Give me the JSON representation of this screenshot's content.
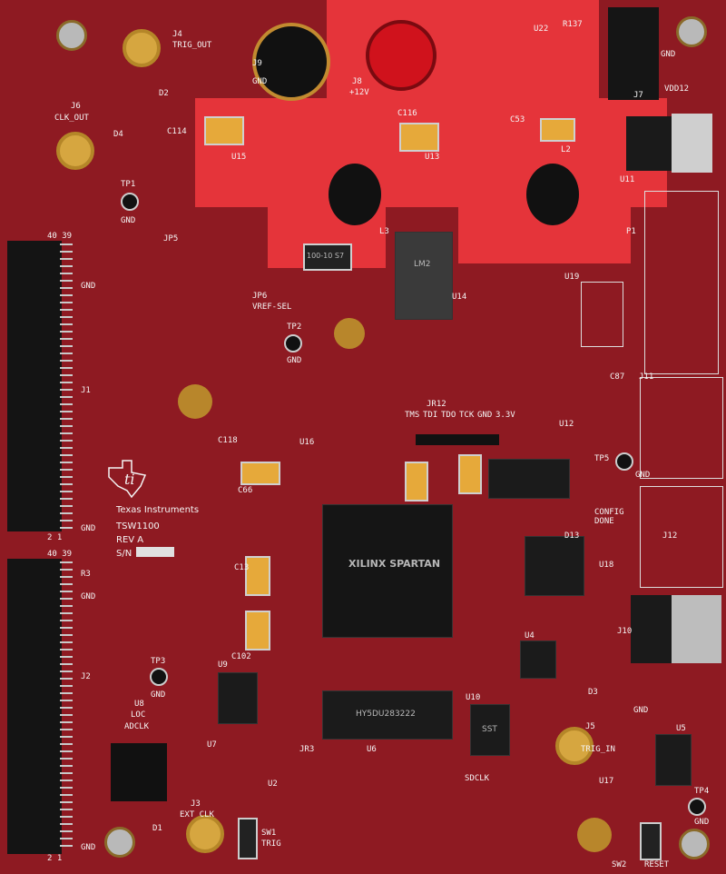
{
  "board": {
    "manufacturer": "Texas Instruments",
    "model": "TSW1100",
    "revision": "REV A",
    "serial_label": "S/N",
    "fpga_marking": "XILINX SPARTAN",
    "colors": {
      "board": "#8e1a22",
      "copper_pour": "#e5343a",
      "silkscreen": "#f4f4f4"
    }
  },
  "labels": [
    "J4",
    "TRIG_OUT",
    "J9",
    "GND",
    "J8",
    "+12V",
    "J7",
    "VDD12",
    "GND",
    "J6",
    "CLK_OUT",
    "D2",
    "D4",
    "TP1",
    "GND",
    "U15",
    "U13",
    "L3",
    "L2",
    "C114",
    "C116",
    "C53",
    "U22",
    "R137",
    "U11",
    "P1",
    "U19",
    "JP5",
    "JP6",
    "VREF-SEL",
    "TP2",
    "GND",
    "U14",
    "J11",
    "U12",
    "TP5",
    "GND",
    "40 39",
    "GND",
    "J1",
    "2 1",
    "GND",
    "40 39",
    "R3",
    "GND",
    "J2",
    "2 1",
    "GND",
    "Texas Instruments",
    "TSW1100",
    "REV A",
    "S/N",
    "U16",
    "JR12",
    "CONFIG",
    "DONE",
    "J12",
    "U18",
    "D13",
    "J10",
    "U4",
    "TP3",
    "GND",
    "U9",
    "U8",
    "LOC",
    "ADCLK",
    "U7",
    "U2",
    "JR3",
    "U6",
    "U10",
    "SDCLK",
    "D3",
    "GND",
    "J5",
    "TRIG_IN",
    "U5",
    "TP4",
    "GND",
    "U17",
    "D1",
    "J3",
    "EXT CLK",
    "SW1",
    "TRIG",
    "SW2",
    "RESET",
    "C118",
    "C66",
    "C13",
    "C102",
    "C87",
    "TMS",
    "TDI",
    "TDO",
    "TCK",
    "GND",
    "3.3V"
  ],
  "chips": {
    "u14_marking": "LM2",
    "u6_marking": "HY5DU283222",
    "u10_marking": "SST",
    "d8_marking": "100-10 S7"
  }
}
